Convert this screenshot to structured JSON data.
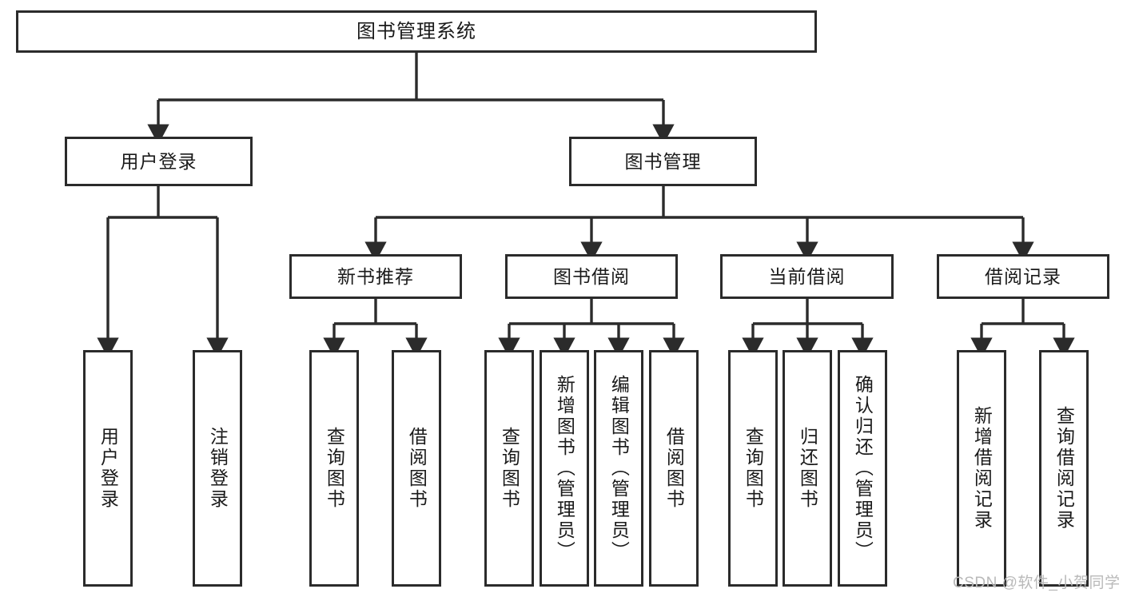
{
  "diagram": {
    "type": "tree-hierarchy-chart",
    "title": "图书管理系统",
    "colors": {
      "box_border": "#2b2b2b",
      "box_fill": "#ffffff",
      "connector": "#2b2b2b",
      "text": "#1a1a1a",
      "watermark": "#b9b9b9",
      "background": "#ffffff"
    },
    "levels": {
      "root": {
        "label": "图书管理系统"
      },
      "level2": [
        {
          "id": "user-login",
          "label": "用户登录"
        },
        {
          "id": "book-management",
          "label": "图书管理"
        }
      ],
      "level3": [
        {
          "id": "new-book-recommend",
          "label": "新书推荐",
          "parent": "book-management"
        },
        {
          "id": "book-borrow",
          "label": "图书借阅",
          "parent": "book-management"
        },
        {
          "id": "current-borrow",
          "label": "当前借阅",
          "parent": "book-management"
        },
        {
          "id": "borrow-record",
          "label": "借阅记录",
          "parent": "book-management"
        }
      ],
      "leaves": [
        {
          "id": "leaf-user-login",
          "label": "用户登录",
          "parent": "user-login"
        },
        {
          "id": "leaf-user-logout",
          "label": "注销登录",
          "parent": "user-login"
        },
        {
          "id": "leaf-query-book-1",
          "label": "查询图书",
          "parent": "new-book-recommend"
        },
        {
          "id": "leaf-borrow-book-1",
          "label": "借阅图书",
          "parent": "new-book-recommend"
        },
        {
          "id": "leaf-query-book-2",
          "label": "查询图书",
          "parent": "book-borrow"
        },
        {
          "id": "leaf-add-book",
          "label": "新增图书（管理员）",
          "parent": "book-borrow"
        },
        {
          "id": "leaf-edit-book",
          "label": "编辑图书（管理员）",
          "parent": "book-borrow"
        },
        {
          "id": "leaf-borrow-book-2",
          "label": "借阅图书",
          "parent": "book-borrow"
        },
        {
          "id": "leaf-query-book-3",
          "label": "查询图书",
          "parent": "current-borrow"
        },
        {
          "id": "leaf-return-book",
          "label": "归还图书",
          "parent": "current-borrow"
        },
        {
          "id": "leaf-confirm-return",
          "label": "确认归还（管理员）",
          "parent": "current-borrow"
        },
        {
          "id": "leaf-add-record",
          "label": "新增借阅记录",
          "parent": "borrow-record"
        },
        {
          "id": "leaf-query-record",
          "label": "查询借阅记录",
          "parent": "borrow-record"
        }
      ]
    },
    "watermark": "CSDN @软件_小贺同学"
  }
}
